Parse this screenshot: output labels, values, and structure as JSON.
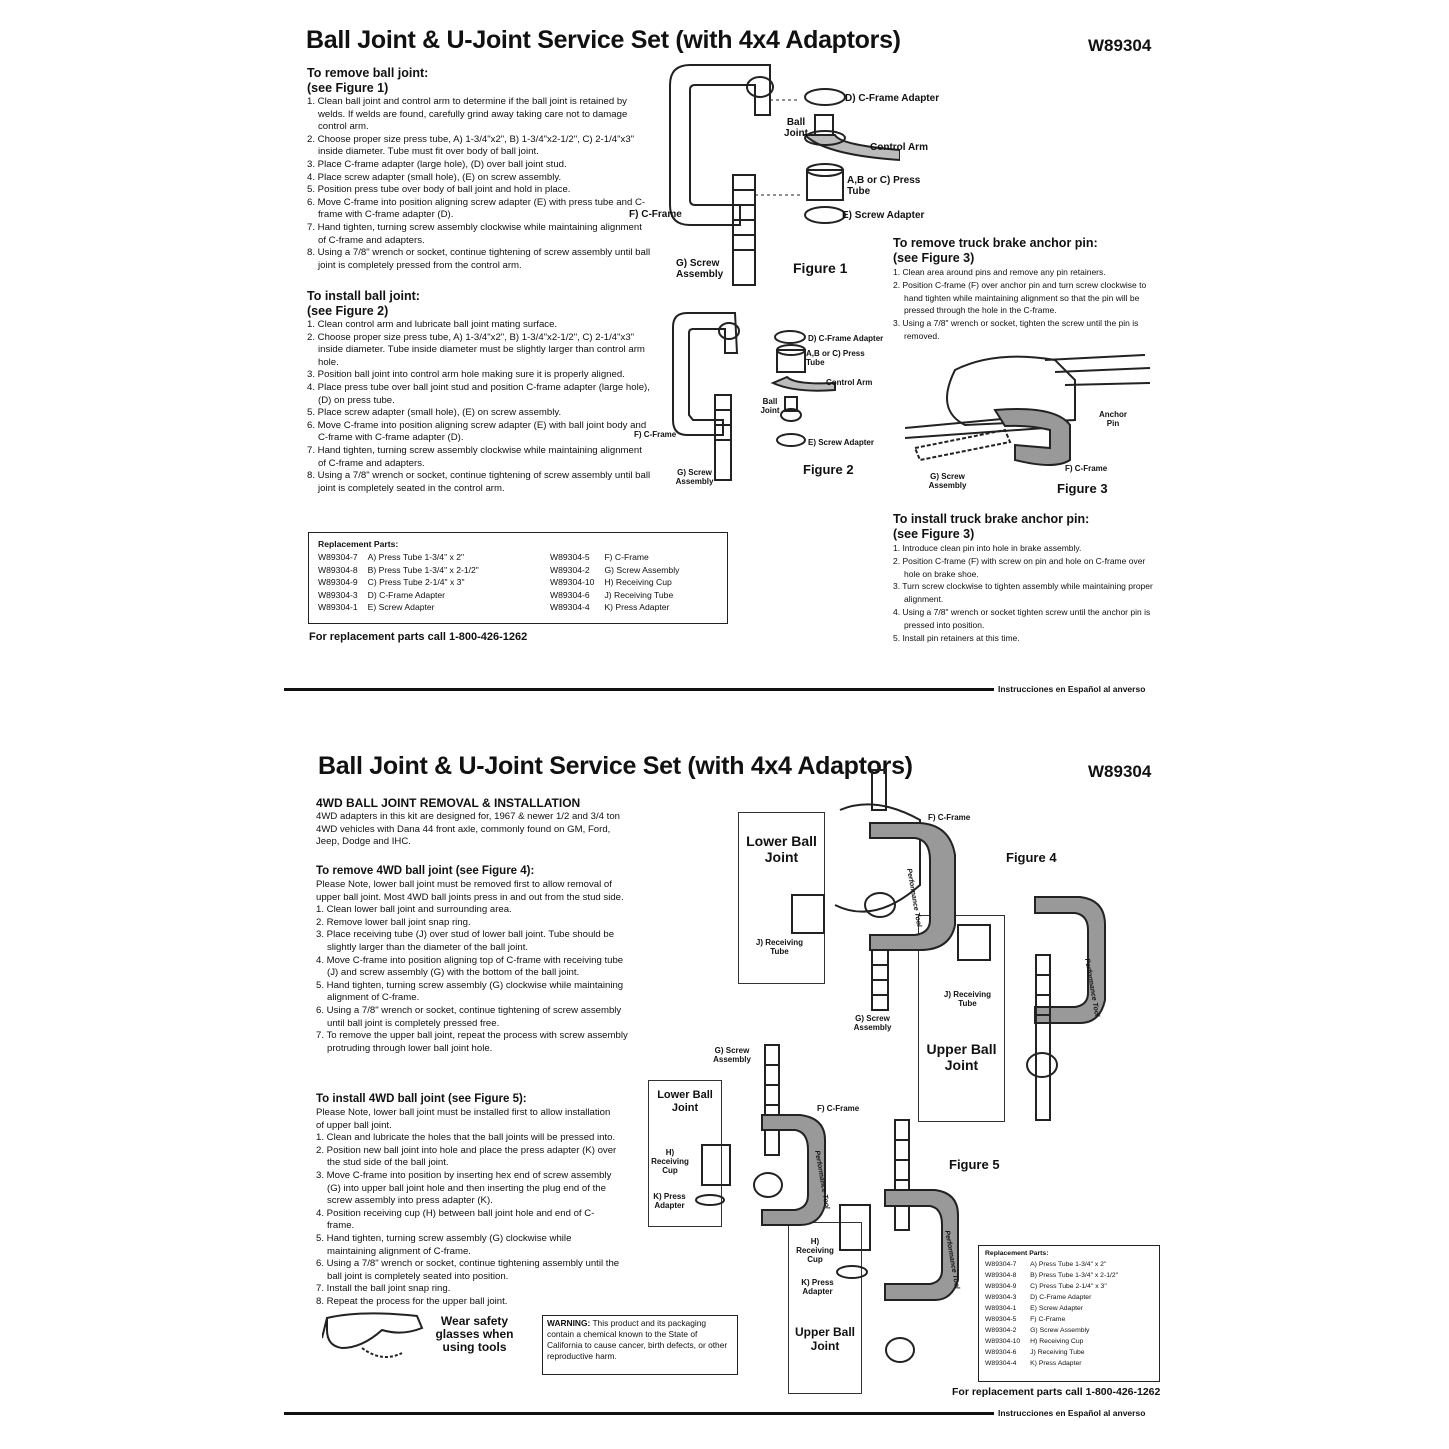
{
  "top": {
    "title": "Ball Joint & U-Joint Service Set (with 4x4 Adaptors)",
    "part_number": "W89304",
    "remove_ball_joint": {
      "heading": "To remove ball joint:",
      "sub": "(see Figure 1)",
      "steps": [
        "1. Clean ball joint and control arm to determine if the ball joint is retained by welds. If welds are found, carefully grind away taking care not to damage control arm.",
        "2. Choose proper size press tube, A) 1-3/4\"x2\", B) 1-3/4\"x2-1/2\", C) 2-1/4\"x3\" inside diameter. Tube must fit over body of ball joint.",
        "3. Place C-frame adapter (large hole), (D) over ball joint stud.",
        "4. Place screw adapter (small hole), (E) on screw assembly.",
        "5. Position press tube over body of ball joint and hold in place.",
        "6. Move C-frame into position aligning screw adapter (E) with press tube and C-frame with C-frame adapter (D).",
        "7. Hand tighten, turning screw assembly clockwise while maintaining alignment of C-frame and adapters.",
        "8. Using a 7/8\" wrench or socket, continue tightening of screw assembly until ball joint is completely pressed from the control arm."
      ]
    },
    "install_ball_joint": {
      "heading": "To install ball joint:",
      "sub": "(see Figure 2)",
      "steps": [
        "1. Clean control arm and lubricate ball joint mating surface.",
        "2. Choose proper size press tube, A) 1-3/4\"x2\", B) 1-3/4\"x2-1/2\", C) 2-1/4\"x3\" inside diameter. Tube inside diameter must be slightly larger than control arm hole.",
        "3. Position ball joint into control arm hole making sure it is properly aligned.",
        "4. Place press tube over ball joint stud and position C-frame adapter (large hole), (D) on press tube.",
        "5. Place screw adapter (small hole), (E) on screw assembly.",
        "6. Move C-frame into position aligning screw adapter (E) with ball joint body and C-frame with C-frame adapter (D).",
        "7. Hand tighten, turning screw assembly clockwise while maintaining alignment of C-frame and adapters.",
        "8. Using a 7/8\" wrench or socket, continue tightening of screw assembly until ball joint is completely seated in the control arm."
      ]
    },
    "remove_anchor_pin": {
      "heading": "To remove truck brake anchor pin:",
      "sub": "(see Figure 3)",
      "steps": [
        "1. Clean area around pins and remove any pin retainers.",
        "2. Position C-frame (F) over anchor pin and turn screw clockwise to hand tighten while maintaining alignment so that the pin will be pressed through the hole in the C-frame.",
        "3. Using a 7/8\" wrench or socket, tighten the screw until the pin is removed."
      ]
    },
    "install_anchor_pin": {
      "heading": "To install truck brake anchor pin:",
      "sub": "(see Figure 3)",
      "steps": [
        "1. Introduce clean pin into hole in brake assembly.",
        "2. Position C-frame (F) with screw on pin and hole on C-frame over hole on brake shoe.",
        "3. Turn screw clockwise to tighten assembly while maintaining proper alignment.",
        "4. Using a 7/8\" wrench or socket tighten screw until the anchor pin is pressed into position.",
        "5. Install pin retainers at this time."
      ]
    },
    "parts": {
      "heading": "Replacement Parts:",
      "left": [
        [
          "W89304-7",
          "A) Press Tube 1-3/4\" x 2\""
        ],
        [
          "W89304-8",
          "B) Press Tube 1-3/4\" x 2-1/2\""
        ],
        [
          "W89304-9",
          "C) Press Tube 2-1/4\" x 3\""
        ],
        [
          "W89304-3",
          "D) C-Frame Adapter"
        ],
        [
          "W89304-1",
          "E) Screw Adapter"
        ]
      ],
      "right": [
        [
          "W89304-5",
          "F) C-Frame"
        ],
        [
          "W89304-2",
          "G) Screw Assembly"
        ],
        [
          "W89304-10",
          "H) Receiving Cup"
        ],
        [
          "W89304-6",
          "J) Receiving Tube"
        ],
        [
          "W89304-4",
          "K) Press Adapter"
        ]
      ]
    },
    "phone": "For replacement parts call 1-800-426-1262",
    "spanish_note": "Instrucciones en Español al anverso",
    "fig1": {
      "caption": "Figure 1",
      "d": "D) C-Frame Adapter",
      "ball": "Ball Joint",
      "arm": "Control Arm",
      "tube": "A,B or C) Press Tube",
      "e": "E) Screw Adapter",
      "f": "F) C-Frame",
      "g": "G) Screw Assembly"
    },
    "fig2": {
      "caption": "Figure 2",
      "d": "D) C-Frame Adapter",
      "tube": "A,B or C) Press Tube",
      "arm": "Control Arm",
      "ball": "Ball Joint",
      "e": "E) Screw Adapter",
      "f": "F) C-Frame",
      "g": "G) Screw Assembly"
    },
    "fig3": {
      "caption": "Figure 3",
      "anchor": "Anchor Pin",
      "g": "G) Screw Assembly",
      "f": "F) C-Frame"
    }
  },
  "bottom": {
    "title": "Ball Joint & U-Joint Service Set (with 4x4 Adaptors)",
    "part_number": "W89304",
    "intro": {
      "heading": "4WD BALL JOINT REMOVAL & INSTALLATION",
      "text": "4WD adapters in this kit are designed for, 1967 & newer 1/2 and 3/4 ton 4WD vehicles with Dana 44 front axle, commonly found on GM, Ford, Jeep, Dodge and IHC."
    },
    "remove_4wd": {
      "heading": "To remove 4WD ball joint (see Figure 4):",
      "note": "Please Note, lower ball joint must be removed first to allow removal of upper ball joint. Most 4WD ball joints press in and out from the stud side.",
      "steps": [
        "1. Clean lower ball joint and surrounding area.",
        "2. Remove lower ball joint snap ring.",
        "3. Place receiving tube (J) over stud of lower ball joint. Tube should be slightly larger than the diameter of the ball joint.",
        "4. Move C-frame into position aligning top of C-frame with receiving tube (J) and screw assembly (G) with the bottom of the ball joint.",
        "5. Hand tighten, turning screw assembly (G) clockwise while maintaining alignment of C-frame.",
        "6. Using a 7/8\" wrench or socket, continue tightening of screw assembly until ball joint is completely pressed free.",
        "7. To remove the upper ball joint, repeat the process with screw assembly protruding through lower ball joint hole."
      ]
    },
    "install_4wd": {
      "heading": "To install 4WD ball joint (see Figure 5):",
      "note": "Please Note, lower ball joint must be installed first to allow installation of upper ball joint.",
      "steps": [
        "1. Clean and lubricate the holes that the ball joints will be pressed into.",
        "2. Position new ball joint into hole and place the press adapter (K) over the stud side of the ball joint.",
        "3. Move C-frame into position by inserting hex end of screw assembly (G) into upper ball joint hole and then inserting the plug end of the screw assembly into press adapter (K).",
        "4. Position receiving cup (H) between ball joint hole and end of C-frame.",
        "5. Hand tighten, turning screw assembly (G) clockwise while maintaining alignment of C-frame.",
        "6. Using a 7/8\" wrench or socket, continue tightening assembly until the ball joint is completely seated into position.",
        "7. Install the ball joint snap ring.",
        "8. Repeat the process for the upper ball joint."
      ]
    },
    "safety": "Wear safety glasses when using tools",
    "warning": {
      "label": "WARNING:",
      "text": " This product and its packaging contain a chemical known to the State of California to cause cancer, birth defects, or other reproductive harm."
    },
    "fig4": {
      "caption": "Figure 4",
      "f": "F) C-Frame",
      "lower": "Lower Ball Joint",
      "j1": "J) Receiving Tube",
      "g": "G) Screw Assembly",
      "j2": "J) Receiving Tube",
      "upper": "Upper Ball Joint"
    },
    "fig5": {
      "caption": "Figure 5",
      "g": "G) Screw Assembly",
      "lower": "Lower Ball Joint",
      "f": "F) C-Frame",
      "h1": "H) Receiving Cup",
      "k1": "K) Press Adapter",
      "h2": "H) Receiving Cup",
      "k2": "K) Press Adapter",
      "upper": "Upper Ball Joint"
    },
    "brand": "Performance Tool",
    "parts": {
      "heading": "Replacement Parts:",
      "rows": [
        [
          "W89304-7",
          "A) Press Tube 1-3/4\" x 2\""
        ],
        [
          "W89304-8",
          "B) Press Tube 1-3/4\" x 2-1/2\""
        ],
        [
          "W89304-9",
          "C) Press Tube 2-1/4\" x 3\""
        ],
        [
          "W89304-3",
          "D) C-Frame Adapter"
        ],
        [
          "W89304-1",
          "E) Screw Adapter"
        ],
        [
          "W89304-5",
          "F) C-Frame"
        ],
        [
          "W89304-2",
          "G) Screw Assembly"
        ],
        [
          "W89304-10",
          "H) Receiving Cup"
        ],
        [
          "W89304-6",
          "J) Receiving Tube"
        ],
        [
          "W89304-4",
          "K) Press Adapter"
        ]
      ]
    },
    "phone": "For replacement parts call 1-800-426-1262",
    "spanish_note": "Instrucciones en Español al anverso"
  }
}
